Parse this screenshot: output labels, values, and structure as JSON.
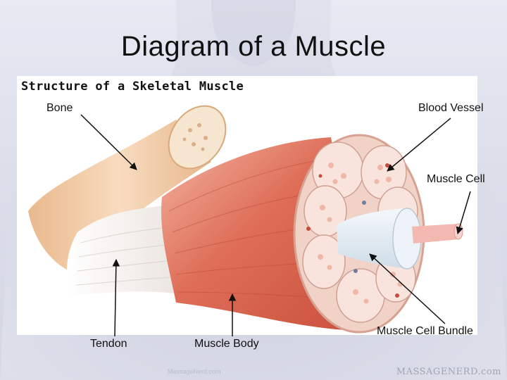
{
  "slide": {
    "title": "Diagram of a Muscle",
    "watermark": "MASSAGENERD.com",
    "small_watermark": "MassageNerd.com"
  },
  "diagram": {
    "heading": "Structure of a Skeletal Muscle",
    "labels": {
      "bone": "Bone",
      "blood_vessel": "Blood Vessel",
      "muscle_cell": "Muscle Cell",
      "muscle_cell_bundle": "Muscle Cell Bundle",
      "tendon": "Tendon",
      "muscle_body": "Muscle Body"
    }
  },
  "colors": {
    "muscle": "#d9674f",
    "muscle_light": "#eea08b",
    "bone": "#f1cda6",
    "tendon": "#f4f1ec",
    "cell_bundle": "#f6d9cf"
  }
}
